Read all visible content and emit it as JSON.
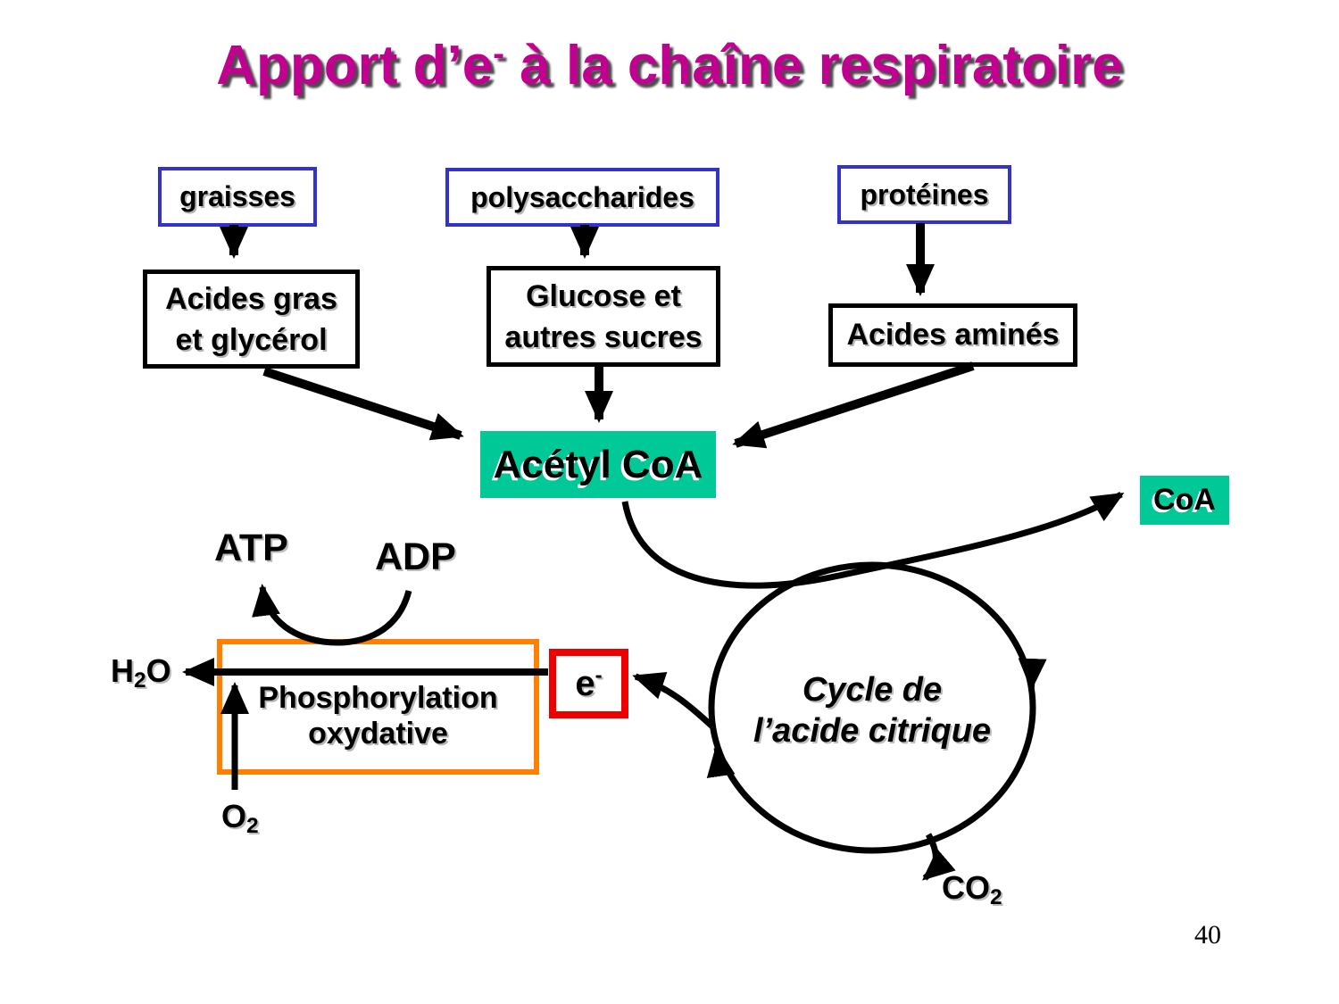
{
  "slide": {
    "title": {
      "before_sup": "Apport d’e",
      "sup": "-",
      "after_sup": " à la chaîne respiratoire"
    },
    "page_number": "40"
  },
  "boxes": {
    "graisses": {
      "label": "graisses"
    },
    "polysaccharides": {
      "label": "polysaccharides"
    },
    "proteines": {
      "label": "protéines"
    },
    "acides_gras": {
      "line1": "Acides gras",
      "line2": "et glycérol"
    },
    "glucose": {
      "line1": "Glucose et",
      "line2": "autres sucres"
    },
    "acides_amines": {
      "label": "Acides aminés"
    },
    "acetyl_coa": {
      "label": "Acétyl CoA"
    },
    "coa": {
      "label": "CoA"
    },
    "phosphorylation": {
      "line1": "Phosphorylation",
      "line2": "oxydative"
    },
    "electron": {
      "base": "e",
      "sup": "-"
    }
  },
  "cycle": {
    "line1": "Cycle de",
    "line2": "l’acide citrique"
  },
  "molecules": {
    "atp": "ATP",
    "adp": "ADP",
    "h2o": {
      "base": "H",
      "sub": "2",
      "tail": "O"
    },
    "o2": {
      "base": "O",
      "sub": "2"
    },
    "co2": {
      "base": "CO",
      "sub": "2"
    }
  },
  "colors": {
    "title_magenta": "#C0008F",
    "teal_fill": "#00C896",
    "blue_border": "#3333CC",
    "orange_border": "#FF8000",
    "red_border": "#EE0000",
    "arrow_black": "#000000"
  }
}
